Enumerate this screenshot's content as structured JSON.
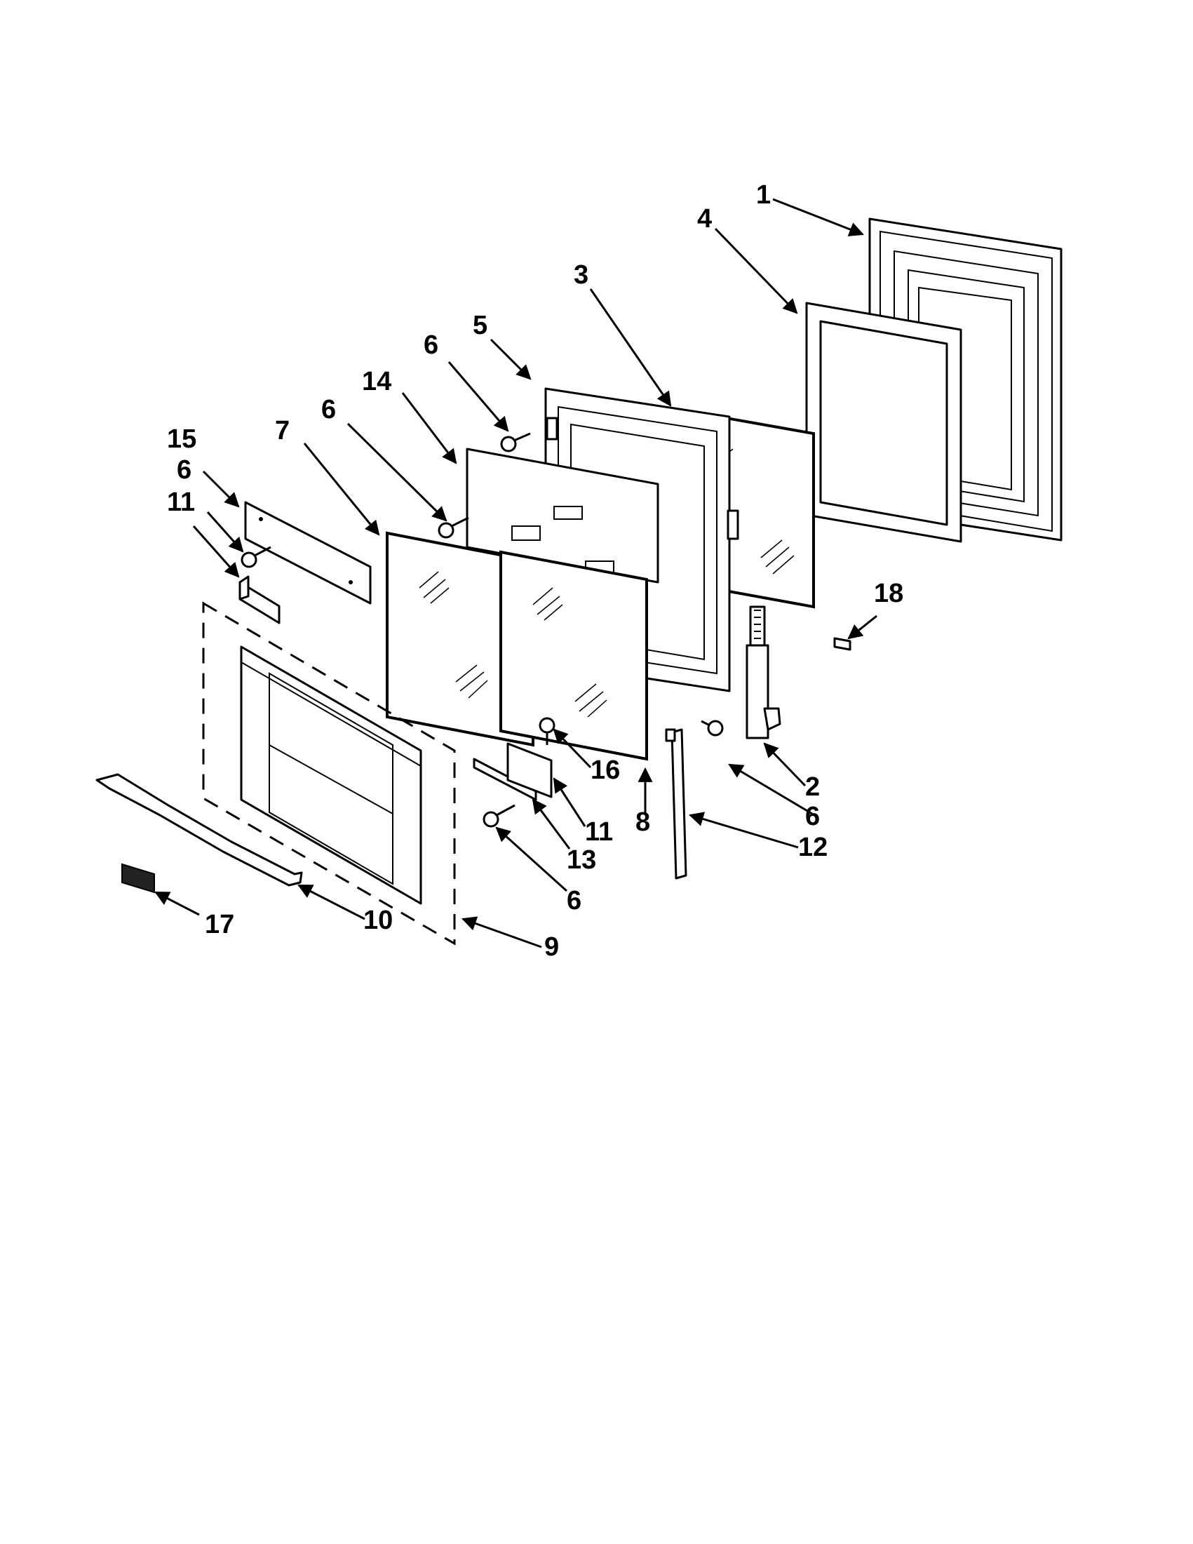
{
  "callouts": {
    "p1": "1",
    "p2": "2",
    "p3": "3",
    "p4": "4",
    "p5": "5",
    "p6a": "6",
    "p6b": "6",
    "p6c": "6",
    "p6d": "6",
    "p6e": "6",
    "p7": "7",
    "p8": "8",
    "p9": "9",
    "p10": "10",
    "p11a": "11",
    "p11b": "11",
    "p12": "12",
    "p13": "13",
    "p14": "14",
    "p15": "15",
    "p16": "16",
    "p17": "17",
    "p18": "18"
  }
}
